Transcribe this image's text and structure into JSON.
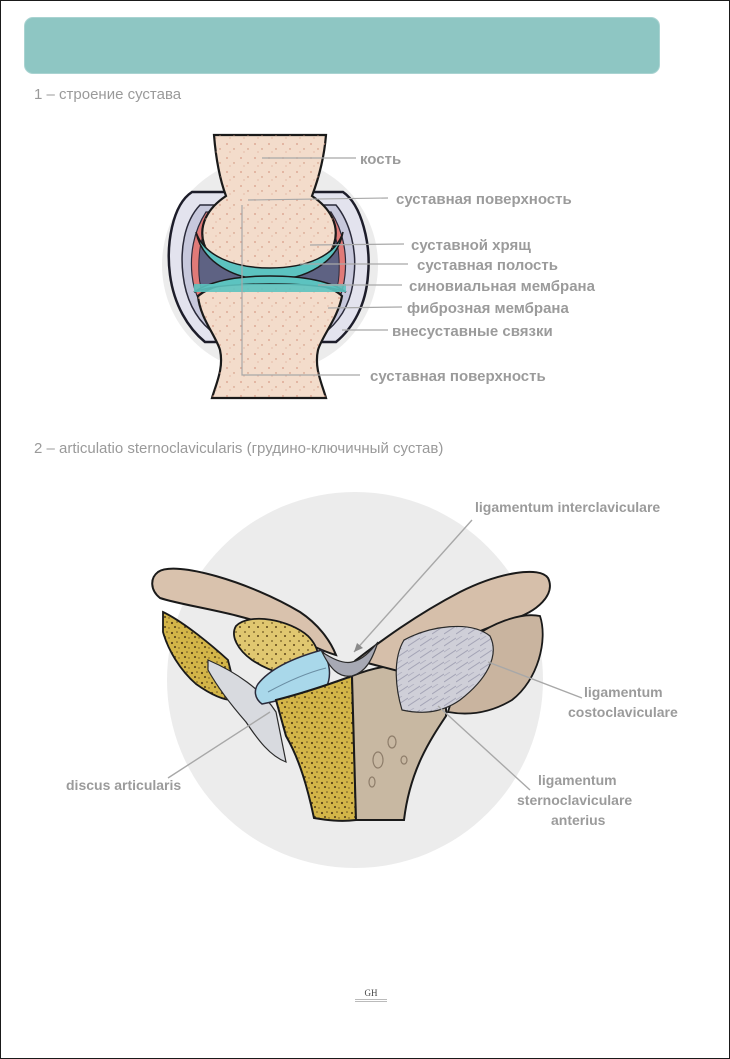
{
  "section1": {
    "title": "1 – строение сустава",
    "labels": {
      "bone": "кость",
      "surface_top": "суставная поверхность",
      "cartilage": "суставной хрящ",
      "cavity": "суставная полость",
      "synovial": "синовиальная мембрана",
      "fibrous": "фиброзная мембрана",
      "ligaments": "внесуставные связки",
      "surface_bottom": "суставная поверхность"
    }
  },
  "section2": {
    "title": "2 – articulatio sternoclavicularis (грудино-ключичный сустав)",
    "labels": {
      "interclavicular": "ligamentum interclaviculare",
      "costo_1": "ligamentum",
      "costo_2": "costoclaviculare",
      "discus": "discus articularis",
      "sterno_1": "ligamentum",
      "sterno_2": "sternoclaviculare",
      "sterno_3": "anterius"
    }
  },
  "colors": {
    "banner": "#8ec6c3",
    "bone": "#f3dccb",
    "cartilage": "#5cc3c0",
    "cavity": "#5e6283",
    "synovial": "#e07a78",
    "disc": "#a9d8ea",
    "sternum": "#d3b548",
    "label": "#9b9b9b"
  },
  "footer": {
    "logo": "GH"
  }
}
